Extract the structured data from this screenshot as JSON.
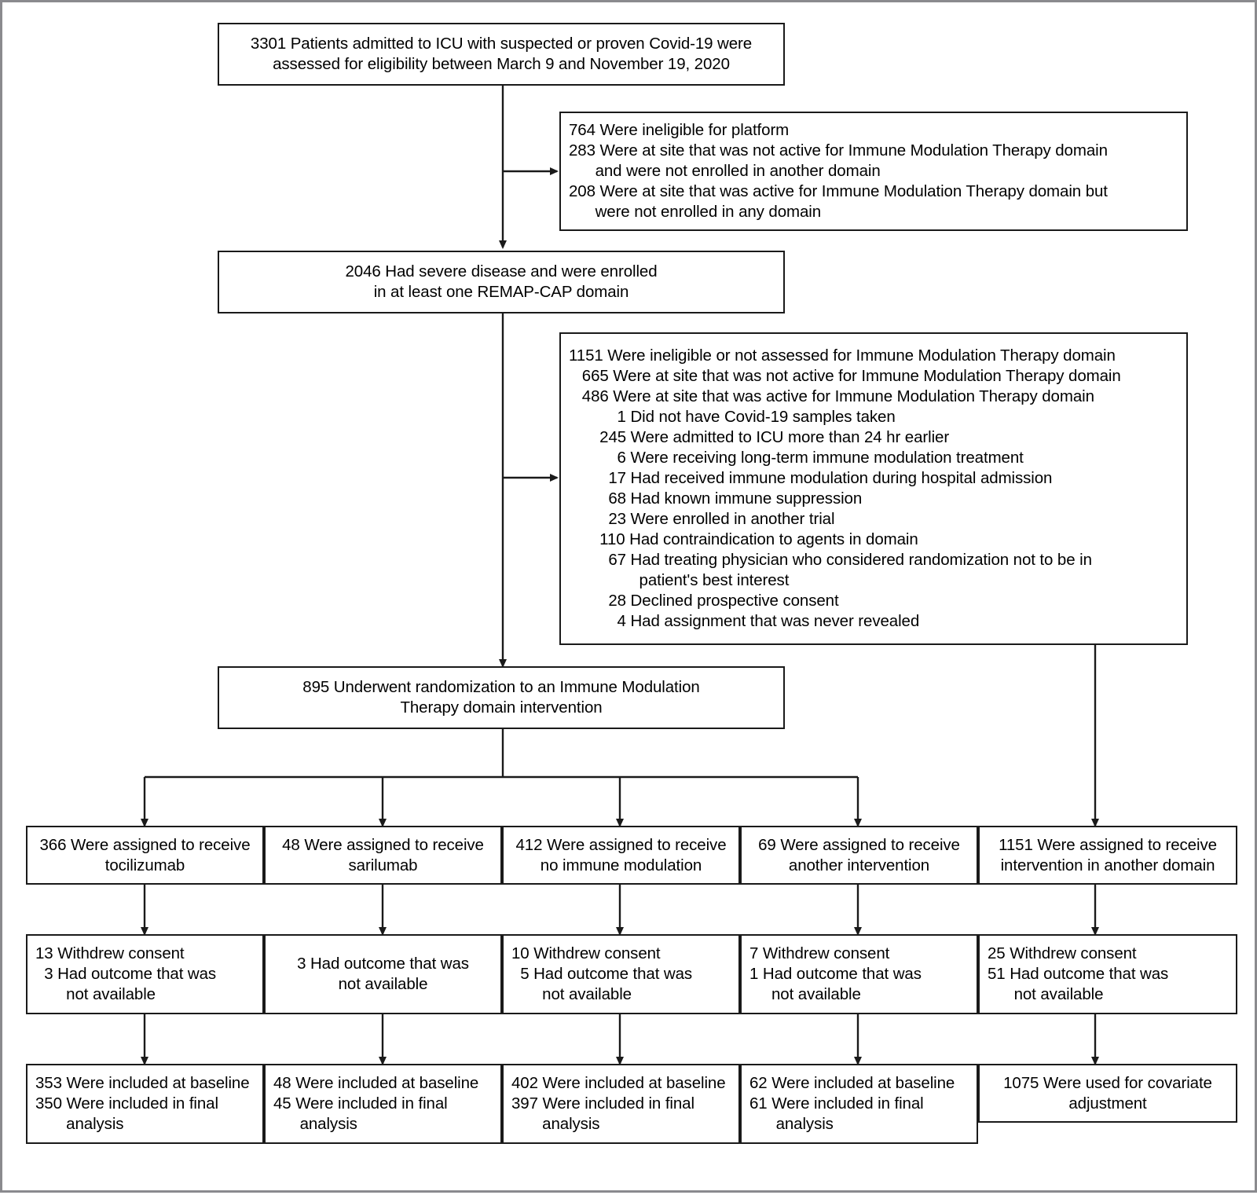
{
  "diagram": {
    "type": "consort-flow-diagram",
    "title": "REMAP-CAP Immune Modulation Therapy domain enrollment flow"
  },
  "nodes": {
    "screened": {
      "lines": [
        "3301 Patients admitted to ICU with suspected or proven Covid-19 were",
        "assessed for eligibility between March 9 and November 19, 2020"
      ]
    },
    "excluded_platform": {
      "lines": [
        "764 Were ineligible for platform",
        "283 Were at site that was not active for Immune Modulation Therapy domain",
        "      and were not enrolled in another domain",
        "208 Were at site that was active for Immune Modulation Therapy domain but",
        "      were not enrolled in any domain"
      ]
    },
    "enrolled": {
      "lines": [
        "2046 Had severe disease and were enrolled",
        "in at least one REMAP-CAP domain"
      ]
    },
    "excluded_domain": {
      "lines": [
        "1151 Were ineligible or not assessed for Immune Modulation Therapy domain",
        "   665 Were at site that was not active for Immune Modulation Therapy domain",
        "   486 Were at site that was active for Immune Modulation Therapy domain",
        "           1 Did not have Covid-19 samples taken",
        "       245 Were admitted to ICU more than 24 hr earlier",
        "           6 Were receiving long-term immune modulation treatment",
        "         17 Had received immune modulation during hospital admission",
        "         68 Had known immune suppression",
        "         23 Were enrolled in another trial",
        "       110 Had contraindication to agents in domain",
        "         67 Had treating physician who considered randomization not to be in",
        "                patient's best interest",
        "         28 Declined prospective consent",
        "           4 Had assignment that was never revealed"
      ]
    },
    "randomized": {
      "lines": [
        "895 Underwent randomization to an Immune Modulation",
        "Therapy domain intervention"
      ]
    }
  },
  "arms": [
    {
      "id": "tocilizumab",
      "assigned": [
        "366 Were assigned to receive",
        "tocilizumab"
      ],
      "lost": [
        "13 Withdrew consent",
        "  3 Had outcome that was",
        "       not available"
      ],
      "analyzed": [
        "353 Were included at baseline",
        "350 Were included in final",
        "       analysis"
      ]
    },
    {
      "id": "sarilumab",
      "assigned": [
        "48 Were assigned to receive",
        "sarilumab"
      ],
      "lost": [
        "3 Had outcome that was",
        "not available"
      ],
      "analyzed": [
        "48 Were included at baseline",
        "45 Were included in final",
        "      analysis"
      ]
    },
    {
      "id": "no-immune-modulation",
      "assigned": [
        "412 Were assigned to receive",
        "no immune modulation"
      ],
      "lost": [
        "10 Withdrew consent",
        "  5 Had outcome that was",
        "       not available"
      ],
      "analyzed": [
        "402 Were included at baseline",
        "397 Were included in final",
        "       analysis"
      ]
    },
    {
      "id": "another-intervention",
      "assigned": [
        "69 Were assigned to receive",
        "another intervention"
      ],
      "lost": [
        "7 Withdrew consent",
        "1 Had outcome that was",
        "     not available"
      ],
      "analyzed": [
        "62 Were included at baseline",
        "61 Were included in final",
        "      analysis"
      ]
    },
    {
      "id": "another-domain",
      "assigned": [
        "1151 Were assigned to receive",
        "intervention in another domain"
      ],
      "lost": [
        "25 Withdrew consent",
        "51 Had outcome that was",
        "      not available"
      ],
      "analyzed": [
        "1075 Were used for covariate",
        "adjustment"
      ]
    }
  ],
  "colors": {
    "box_border": "#1a1a1a",
    "connector": "#1a1a1a",
    "page_border": "#8a8a8e",
    "background": "#ffffff"
  }
}
